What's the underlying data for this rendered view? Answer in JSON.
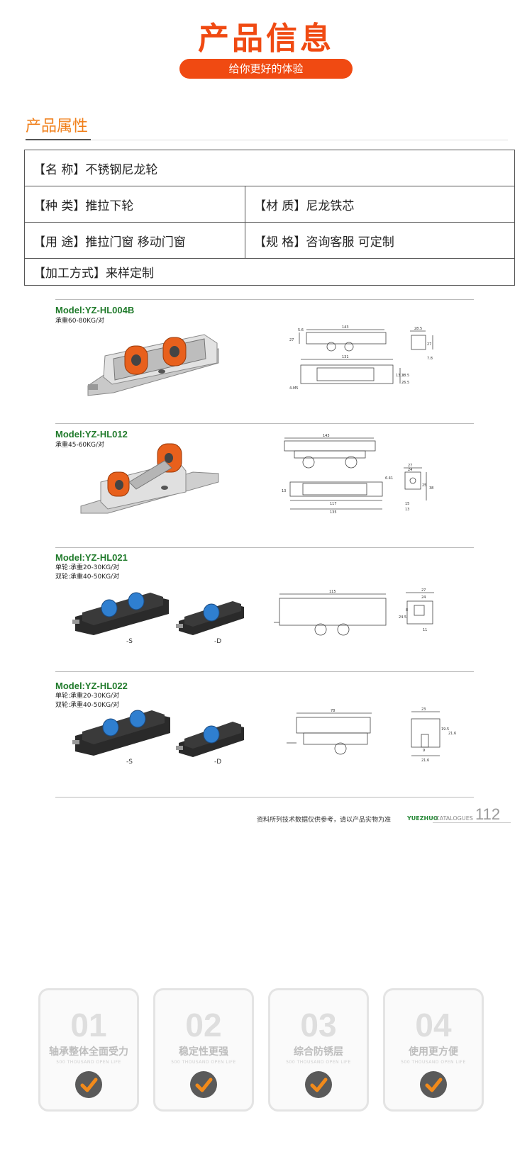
{
  "header": {
    "title": "产品信息",
    "subtitle": "给你更好的体验"
  },
  "attributes": {
    "heading": "产品属性",
    "name": "【名  称】不锈钢尼龙轮",
    "type": "【种  类】推拉下轮",
    "material": "【材  质】尼龙铁芯",
    "usage": "【用  途】推拉门窗 移动门窗",
    "spec": "【规  格】咨询客服 可定制",
    "process": "【加工方式】来样定制"
  },
  "catalog": {
    "products": [
      {
        "model": "Model:YZ-HL004B",
        "specs": [
          "承重60-80KG/对"
        ],
        "dims": [
          "143",
          "27",
          "5.6",
          "28.5",
          "27",
          "7.8",
          "131",
          "4-M5",
          "13.3",
          "28.5",
          "26.5"
        ]
      },
      {
        "model": "Model:YZ-HL012",
        "specs": [
          "承重45-60KG/对"
        ],
        "dims": [
          "143",
          "6.41",
          "13",
          "117",
          "135",
          "27",
          "24",
          "25",
          "38",
          "15",
          "13"
        ]
      },
      {
        "model": "Model:YZ-HL021",
        "specs": [
          "单轮:承重20-30KG/对",
          "双轮:承重40-50KG/对"
        ],
        "variants": [
          "-S",
          "-D"
        ],
        "dims": [
          "115",
          "27",
          "24",
          "8",
          "24.5",
          "11"
        ]
      },
      {
        "model": "Model:YZ-HL022",
        "specs": [
          "单轮:承重20-30KG/对",
          "双轮:承重40-50KG/对"
        ],
        "variants": [
          "-S",
          "-D"
        ],
        "dims": [
          "78",
          "23",
          "19.5",
          "21.6",
          "9",
          "21.6"
        ]
      }
    ],
    "footer_note": "资料所列技术数据仅供参考，请以产品实物为准",
    "brand": "YUEZHUO",
    "catalog_label": "CATALOGUES",
    "page_number": "112"
  },
  "features": [
    {
      "num": "01",
      "label": "轴承整体全面受力",
      "sub": "500 THOUSAND OPEN LIFE"
    },
    {
      "num": "02",
      "label": "稳定性更强",
      "sub": "500 THOUSAND OPEN LIFE"
    },
    {
      "num": "03",
      "label": "综合防锈层",
      "sub": "500 THOUSAND OPEN LIFE"
    },
    {
      "num": "04",
      "label": "使用更方便",
      "sub": "500 THOUSAND OPEN LIFE"
    }
  ],
  "colors": {
    "accent": "#f04a12",
    "section_orange": "#f07f1a",
    "model_green": "#1f7a2a",
    "wheel_orange": "#e8601c",
    "wheel_blue": "#2f7fd0",
    "check_orange": "#f28a1a"
  }
}
